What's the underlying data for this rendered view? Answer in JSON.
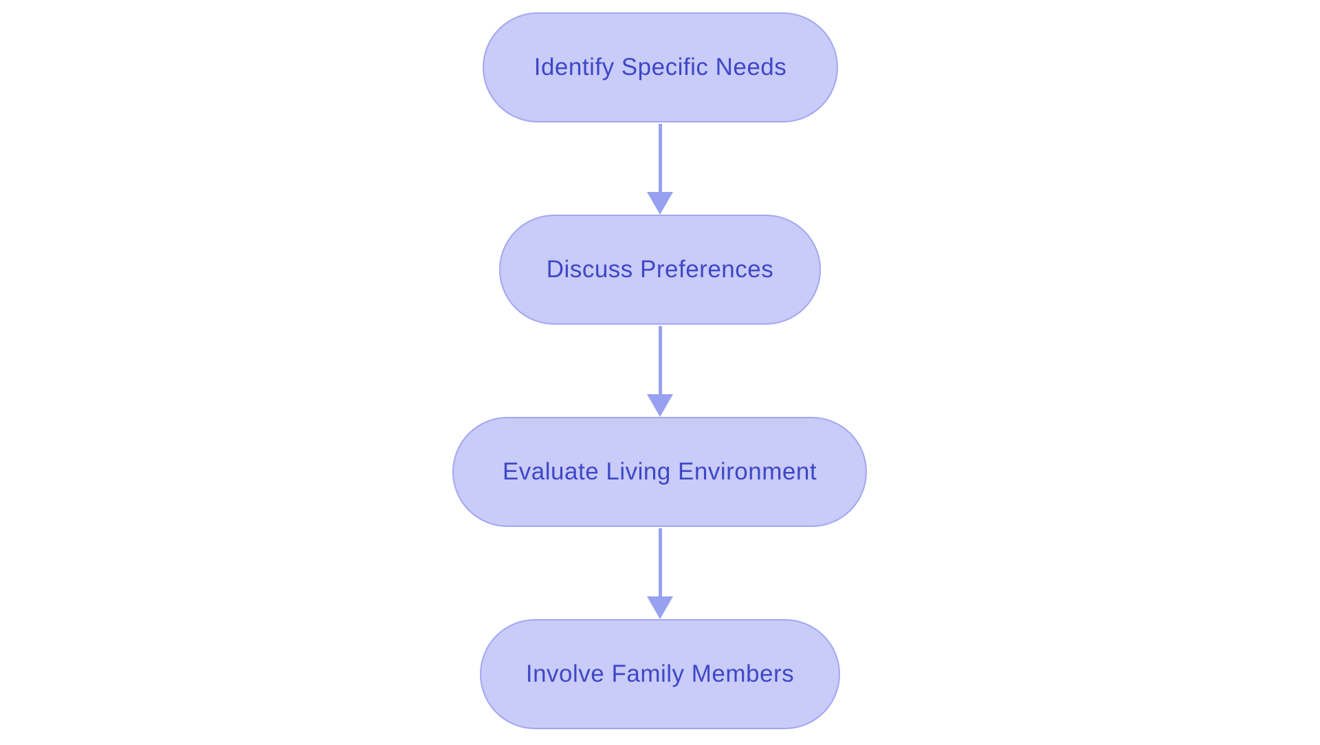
{
  "flowchart": {
    "type": "flowchart",
    "direction": "top-down",
    "background_color": "#ffffff",
    "colors": {
      "node_fill": "#c9cbf8",
      "node_border": "#a2a7f2",
      "arrow_color": "#98a0f1",
      "text_color": "#3e47c6"
    },
    "nodes": [
      {
        "id": "identify-specific-needs",
        "label": "Identify Specific Needs"
      },
      {
        "id": "discuss-preferences",
        "label": "Discuss Preferences"
      },
      {
        "id": "evaluate-living-environment",
        "label": "Evaluate Living Environment"
      },
      {
        "id": "involve-family-members",
        "label": "Involve Family Members"
      }
    ],
    "edges": [
      {
        "from": "identify-specific-needs",
        "to": "discuss-preferences"
      },
      {
        "from": "discuss-preferences",
        "to": "evaluate-living-environment"
      },
      {
        "from": "evaluate-living-environment",
        "to": "involve-family-members"
      }
    ]
  }
}
